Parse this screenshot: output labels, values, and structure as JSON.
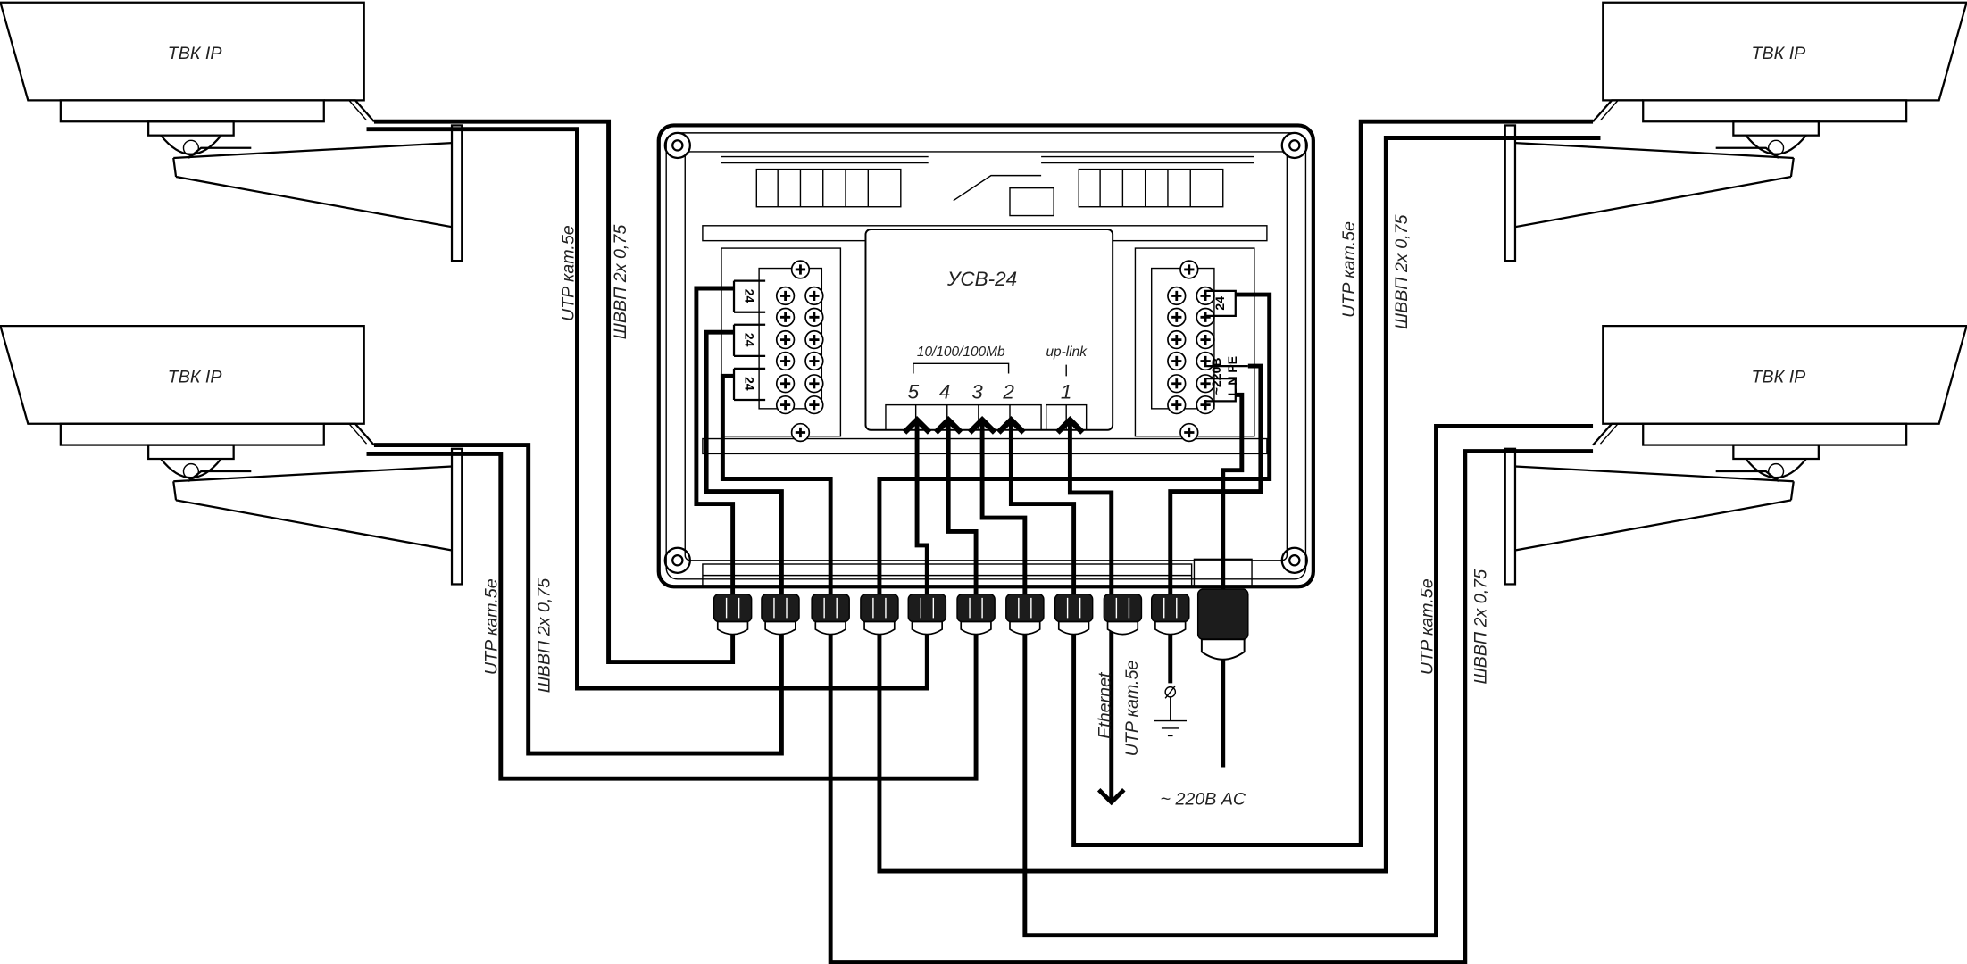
{
  "cameras": [
    {
      "label": "ТВК IP"
    },
    {
      "label": "ТВК IP"
    },
    {
      "label": "ТВК IP"
    },
    {
      "label": "ТВК IP"
    }
  ],
  "cables": {
    "utp": "UTP  кат.5е",
    "power": "ШВВП 2х 0,75",
    "power_alt": "ШВВП 2x 0,75"
  },
  "module": {
    "title": "УСВ-24",
    "ports_group_label": "10/100/100Mb",
    "uplink_label": "up-link",
    "ports": [
      "5",
      "4",
      "3",
      "2",
      "1"
    ]
  },
  "terminals": {
    "left": [
      "24",
      "24",
      "24"
    ],
    "right_24": "24",
    "right_220": "~220В",
    "right_lnpe": "L N PE"
  },
  "outputs": {
    "ethernet": "Ethernet",
    "ethernet_cable": "UTP  кат.5е",
    "mains": "~ 220В  AC"
  }
}
